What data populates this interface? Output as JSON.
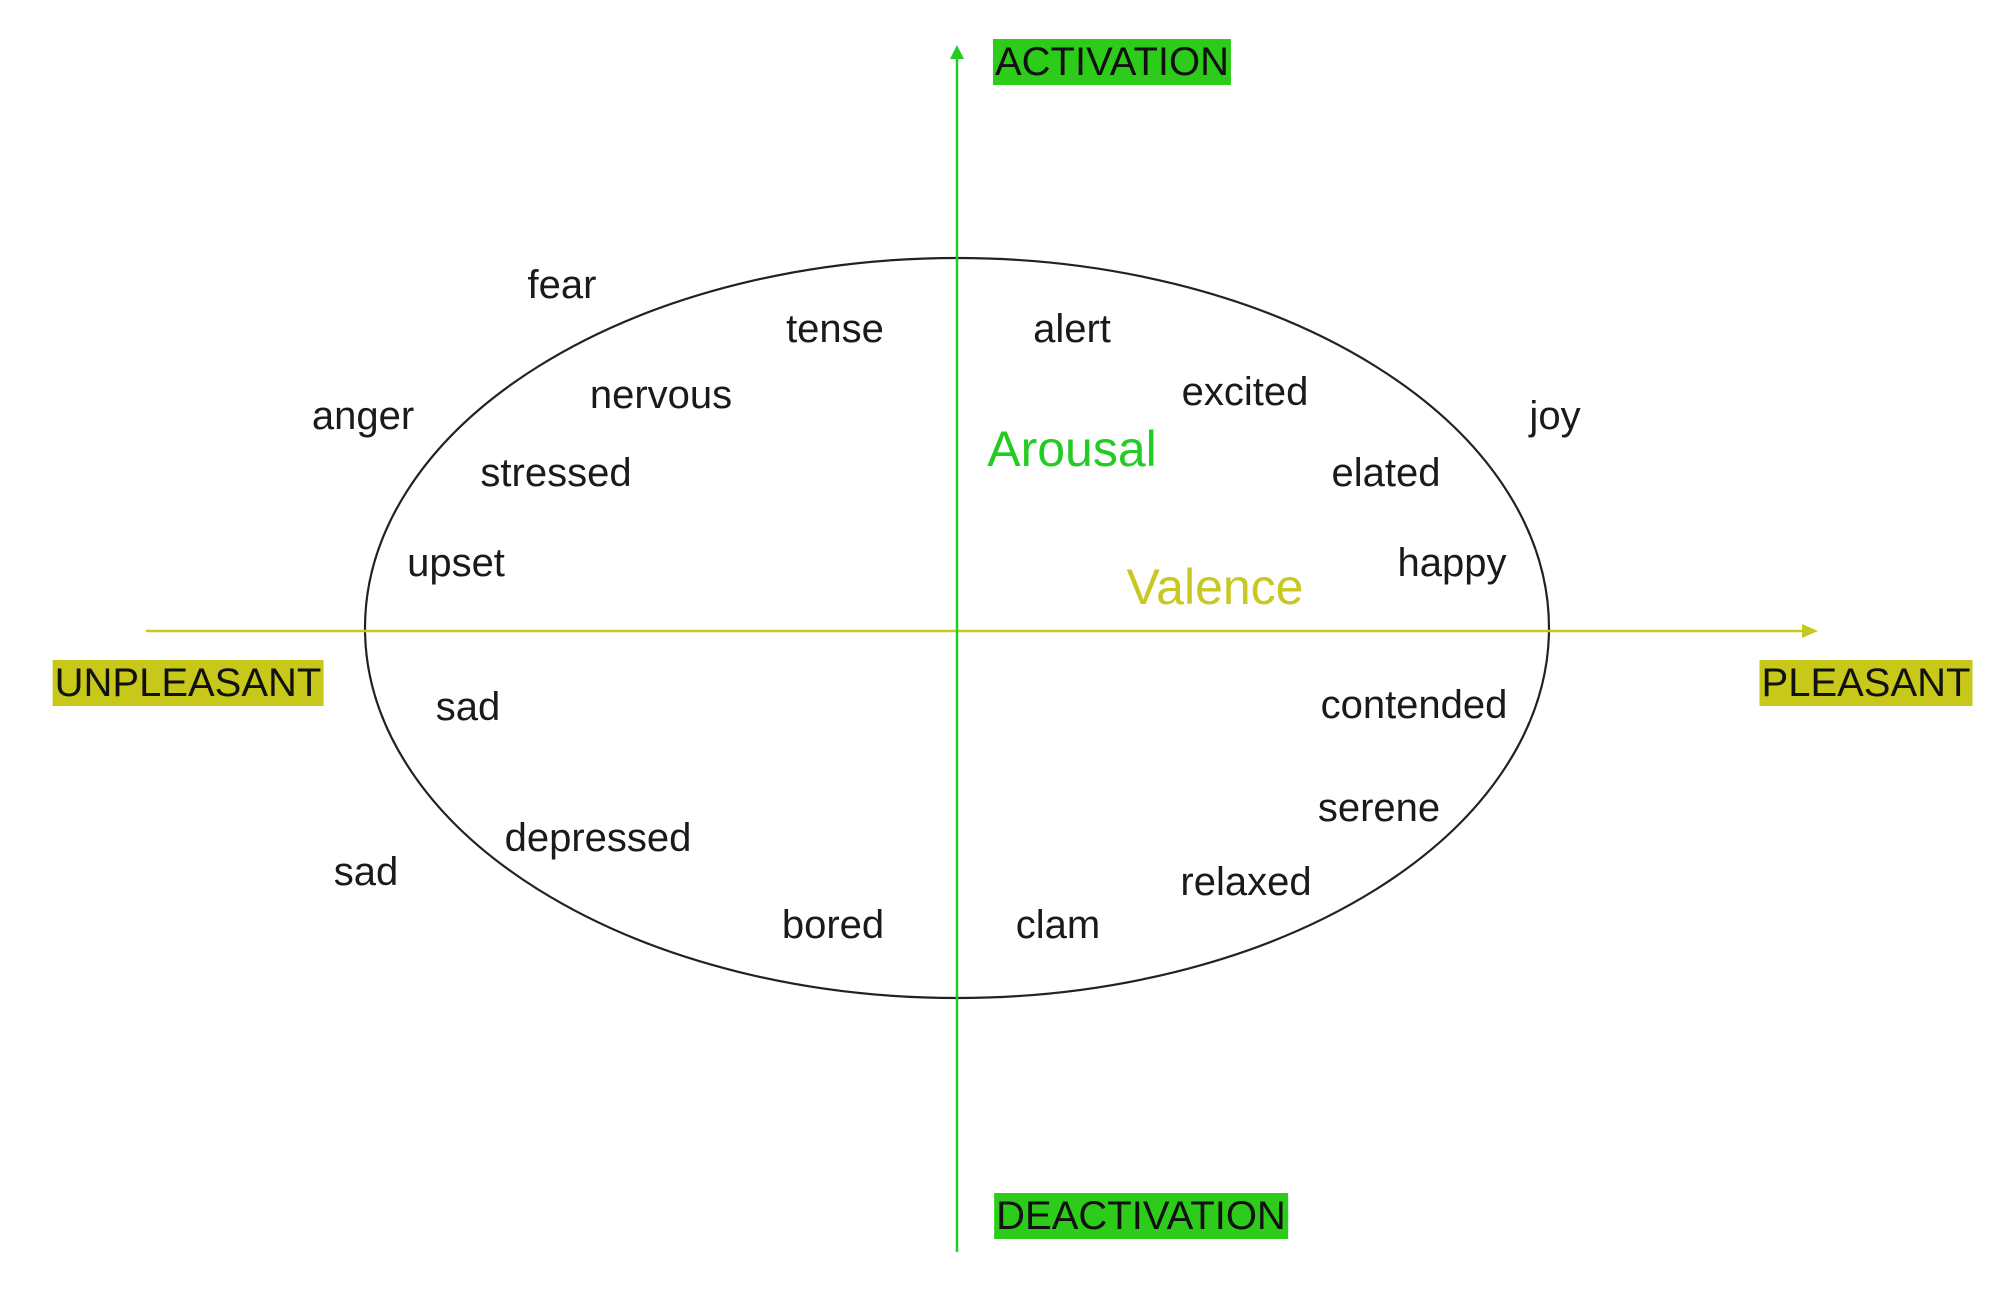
{
  "labels": {
    "activation": "ACTIVATION",
    "deactivation": "DEACTIVATION",
    "unpleasant": "UNPLEASANT",
    "pleasant": "PLEASANT",
    "arousal": "Arousal",
    "valence": "Valence"
  },
  "colors": {
    "arousal_axis": "#22cc22",
    "valence_axis": "#c8c822",
    "activation_highlight": "#2ecc1a",
    "valence_highlight": "#c8c81a",
    "ellipse_stroke": "#222222"
  },
  "emotions": {
    "fear": "fear",
    "tense": "tense",
    "alert": "alert",
    "nervous": "nervous",
    "excited": "excited",
    "anger": "anger",
    "joy": "joy",
    "stressed": "stressed",
    "elated": "elated",
    "upset": "upset",
    "happy": "happy",
    "sad_inner": "sad",
    "contended": "contended",
    "serene": "serene",
    "depressed": "depressed",
    "sad_outer": "sad",
    "relaxed": "relaxed",
    "bored": "bored",
    "clam": "clam"
  }
}
